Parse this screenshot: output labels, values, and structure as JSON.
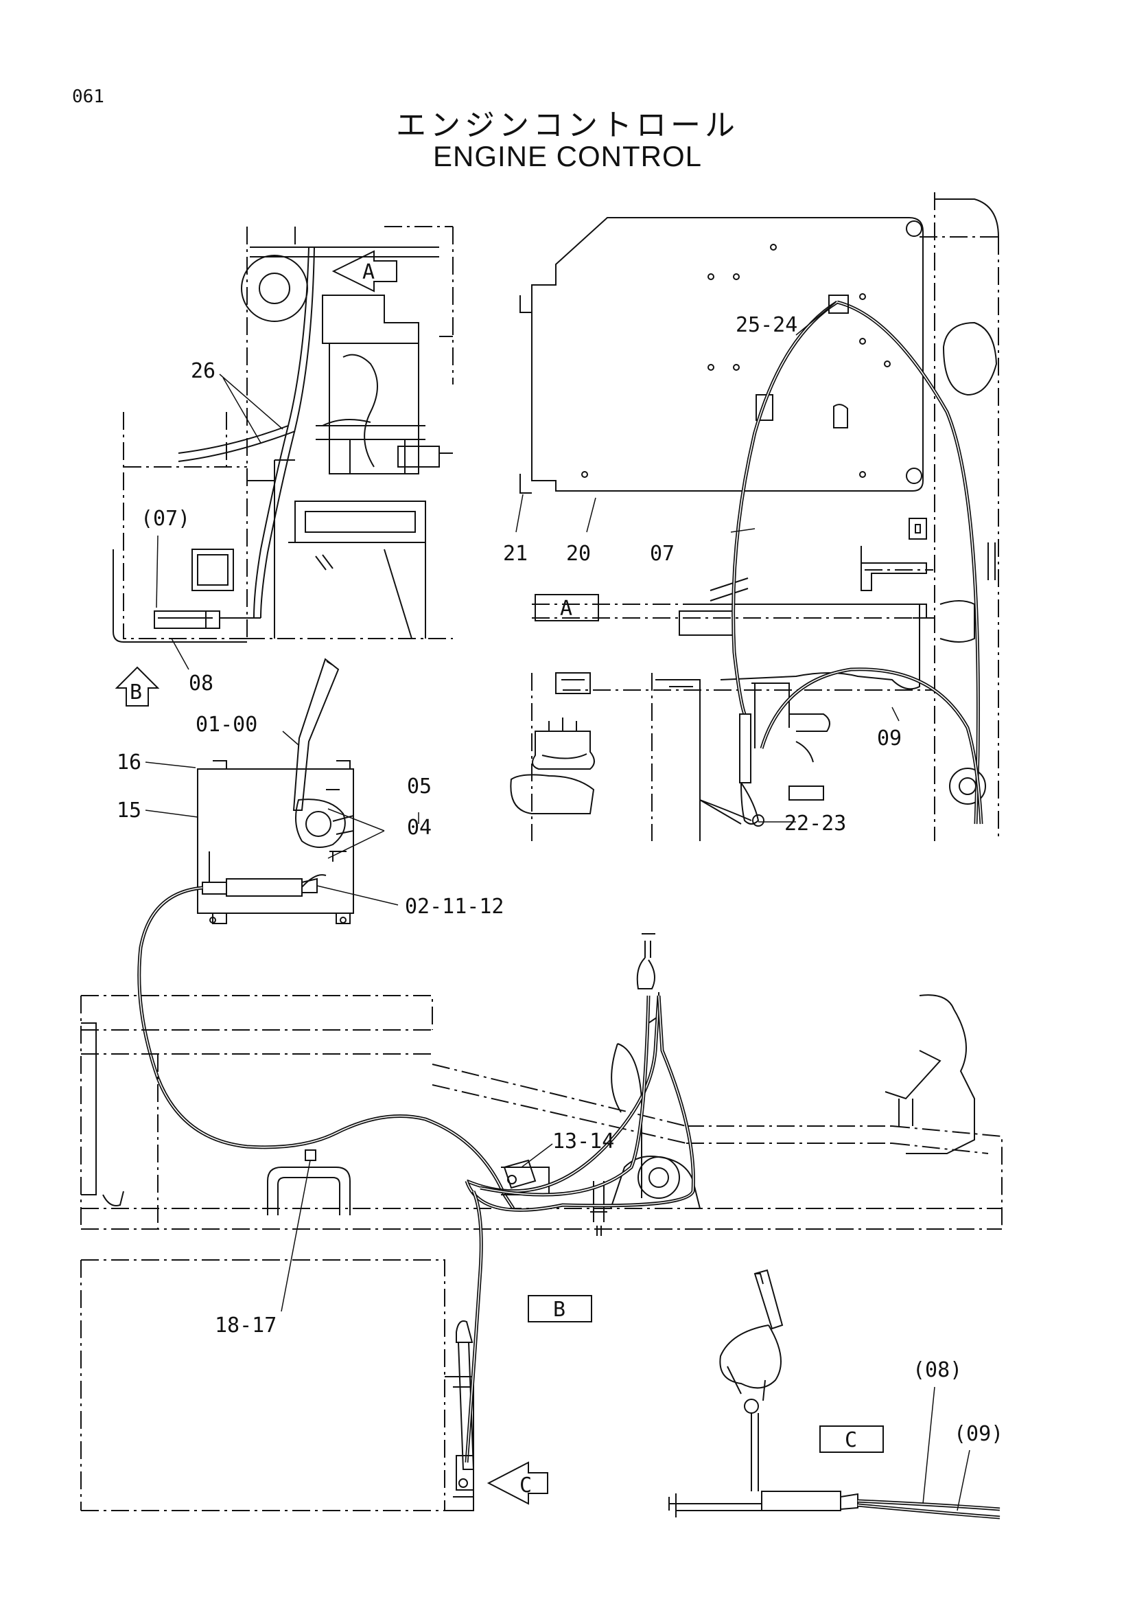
{
  "page_number": "061",
  "title_jp": "エンジンコントロール",
  "title_en": "ENGINE CONTROL",
  "views": {
    "a": "A",
    "b": "B",
    "c": "C"
  },
  "part_labels": {
    "p26": "26",
    "p07_ref": "(07)",
    "p08": "08",
    "p25_24": "25-24",
    "p21": "21",
    "p20": "20",
    "p07": "07",
    "p01_00": "01-00",
    "p16": "16",
    "p15": "15",
    "p05": "05",
    "p04": "04",
    "p02_11_12": "02-11-12",
    "p09": "09",
    "p22_23": "22-23",
    "p13_14": "13-14",
    "p18_17": "18-17",
    "p08_ref": "(08)",
    "p09_ref": "(09)"
  }
}
